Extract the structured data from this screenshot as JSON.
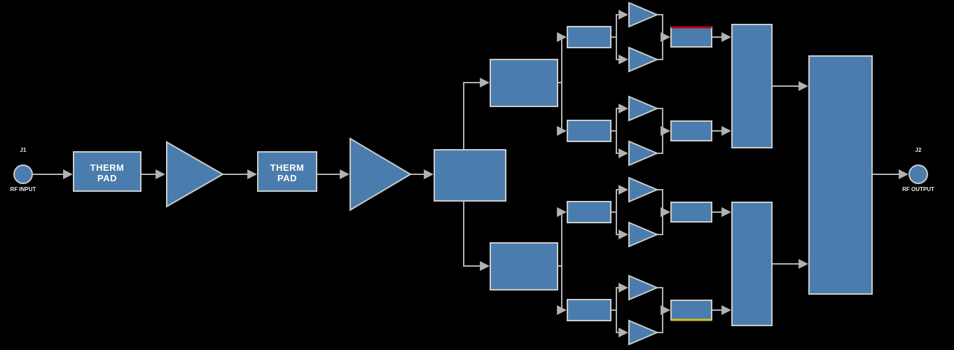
{
  "diagram": {
    "type": "rf-signal-chain-block-diagram",
    "colors": {
      "background": "#000000",
      "block_fill": "#4a7dad",
      "block_stroke": "#cccccc",
      "line_color": "#b2b2b2",
      "text_color": "#e8e8e8",
      "accent_red": "#c00000",
      "accent_yellow": "#d6c51c"
    },
    "labels": {
      "input_port": "J1",
      "input_name": "RF INPUT",
      "output_port": "J2",
      "output_name": "RF OUTPUT",
      "therm_pad_line1": "THERM",
      "therm_pad_line2": "PAD"
    },
    "structure": {
      "input_chain": [
        "RF input port J1",
        "therm pad",
        "amplifier",
        "therm pad",
        "amplifier",
        "2-way splitter"
      ],
      "branch_count": 4,
      "branch_chain": [
        "input pad",
        "parallel amplifier pair",
        "combining pad"
      ],
      "output_chain": [
        "2-way combiner (top)",
        "2-way combiner (bottom)",
        "final combiner",
        "RF output port J2"
      ],
      "amplifier_count": 10,
      "highlight_red": "upper edge of top-right combining pad",
      "highlight_yellow": "lower edge of bottom-right combining pad"
    }
  }
}
